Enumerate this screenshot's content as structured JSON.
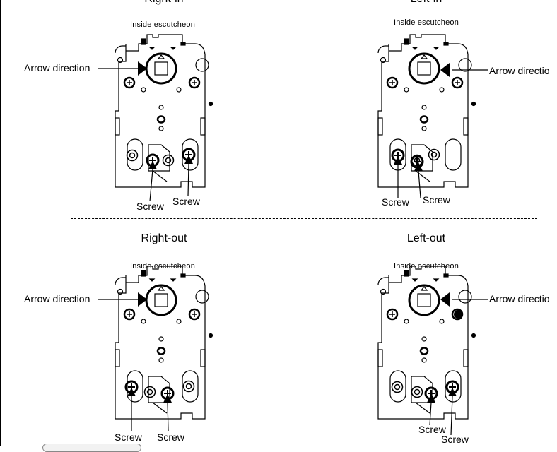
{
  "quadrants": [
    {
      "title": "Right-in",
      "subtitle": "Inside  escutcheon",
      "arrow_label": "Arrow direction",
      "screw_labels": [
        "Screw",
        "Screw"
      ]
    },
    {
      "title": "Left-in",
      "subtitle": "Inside  escutcheon",
      "arrow_label": "Arrow directio",
      "screw_labels": [
        "Screw",
        "Screw"
      ]
    },
    {
      "title": "Right-out",
      "subtitle": "Inside  escutcheon",
      "arrow_label": "Arrow direction",
      "screw_labels": [
        "Screw",
        "Screw"
      ]
    },
    {
      "title": "Left-out",
      "subtitle": "Inside  escutcheon",
      "arrow_label": "Arrow directio",
      "screw_labels": [
        "Screw",
        "Screw"
      ]
    }
  ]
}
